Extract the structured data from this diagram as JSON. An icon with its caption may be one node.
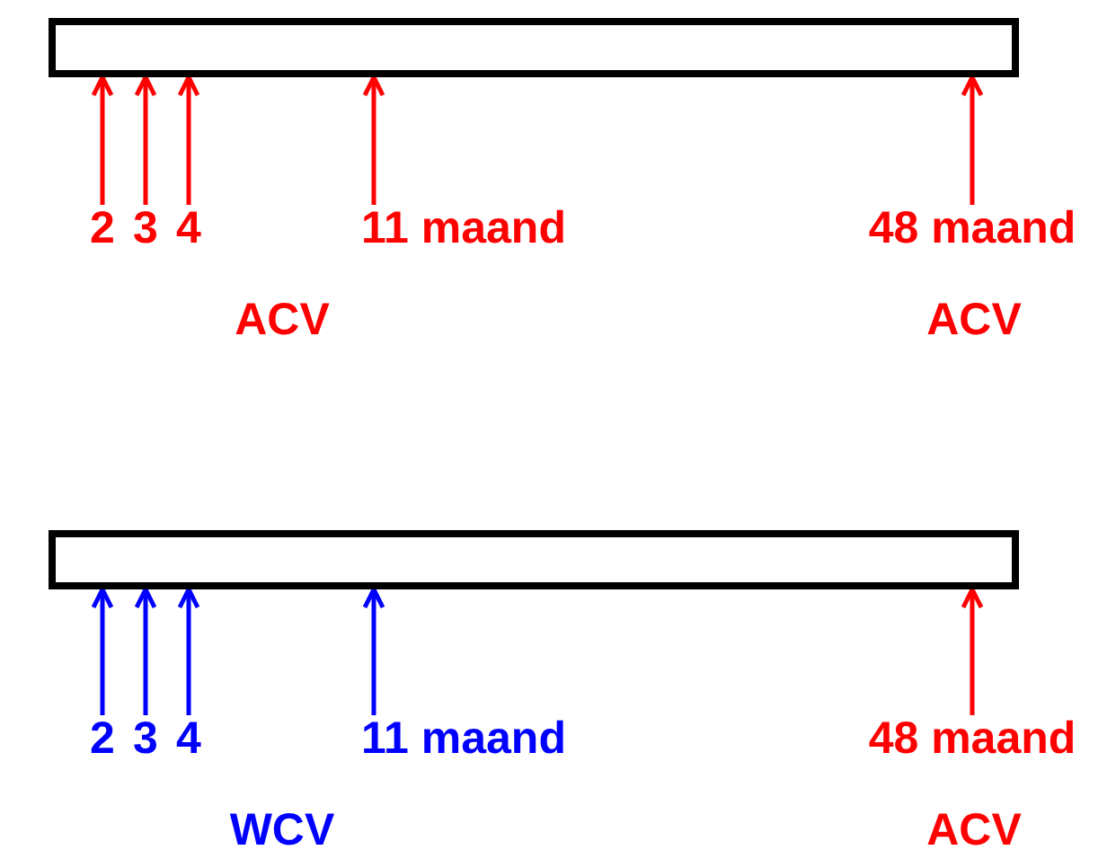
{
  "diagram": {
    "nodes": [
      {
        "text": [],
        "shape": "bar"
      },
      {
        "text": [
          "2"
        ]
      },
      {
        "text": [
          "3"
        ]
      },
      {
        "text": [
          "4"
        ]
      },
      {
        "text": [
          "11 maand"
        ]
      },
      {
        "text": [
          "48 maand"
        ]
      },
      {
        "text": [],
        "shape": "bar"
      },
      {
        "text": [
          "2"
        ]
      },
      {
        "text": [
          "3"
        ]
      },
      {
        "text": [
          "4"
        ]
      },
      {
        "text": [
          "11 maand"
        ]
      },
      {
        "text": [
          "48 maand"
        ]
      }
    ],
    "edges": [
      {
        "from": 1,
        "to": 0,
        "arrow": "to"
      },
      {
        "from": 2,
        "to": 0,
        "arrow": "to"
      },
      {
        "from": 3,
        "to": 0,
        "arrow": "to"
      },
      {
        "from": 4,
        "to": 0,
        "arrow": "to"
      },
      {
        "from": 5,
        "to": 0,
        "arrow": "to"
      },
      {
        "from": 7,
        "to": 6,
        "arrow": "to",
        "color": "#0000ff"
      },
      {
        "from": 8,
        "to": 6,
        "arrow": "to",
        "color": "#0000ff"
      },
      {
        "from": 9,
        "to": 6,
        "arrow": "to",
        "color": "#0000ff"
      },
      {
        "from": 10,
        "to": 6,
        "arrow": "to",
        "color": "#0000ff"
      },
      {
        "from": 11,
        "to": 6,
        "arrow": "to"
      }
    ],
    "labels": [
      "ACV",
      "ACV",
      "WCV",
      "ACV"
    ]
  }
}
